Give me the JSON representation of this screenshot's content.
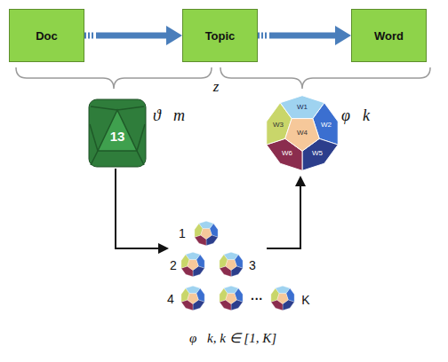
{
  "diagram": {
    "nodes": [
      {
        "text": [
          "Doc"
        ]
      },
      {
        "text": [
          "Topic"
        ]
      },
      {
        "text": [
          "Word"
        ]
      }
    ],
    "edges": [
      {
        "from": 0,
        "to": 1,
        "arrow": "to"
      },
      {
        "from": 1,
        "to": 2,
        "arrow": "to"
      }
    ],
    "labels": [
      "z",
      "13",
      "ϑ⃗m",
      "φ⃗k",
      "W1",
      "W2",
      "W3",
      "W4",
      "W5",
      "W6",
      "1",
      "2",
      "3",
      "4",
      "···",
      "K",
      "φ⃗k, k ∈ [1, K]"
    ]
  }
}
